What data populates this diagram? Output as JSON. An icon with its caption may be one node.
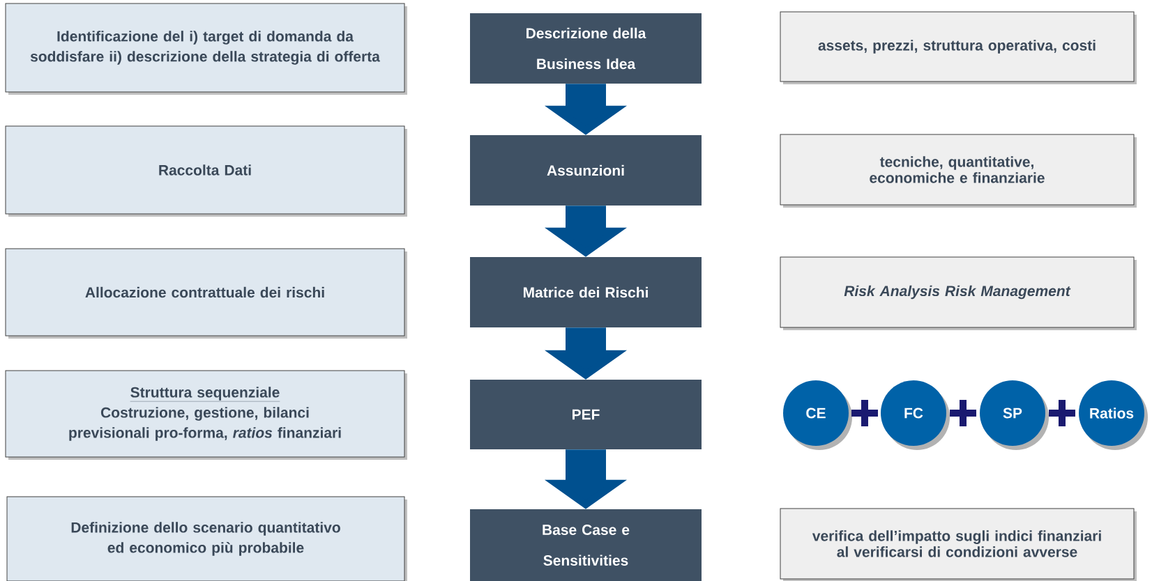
{
  "diagram": {
    "nodes": [
      {
        "text": [
          "Identificazione del i) target di domanda da soddisfare ii) descrizione della strategia di offerta"
        ]
      },
      {
        "text": [
          "Raccolta Dati"
        ]
      },
      {
        "text": [
          "Allocazione contrattuale dei rischi"
        ]
      },
      {
        "text": [
          "Struttura sequenziale",
          "Costruzione, gestione, bilanci previsionali pro-forma, *ratios* finanziari"
        ]
      },
      {
        "text": [
          "Definizione dello scenario quantitativo ed economico più probabile"
        ]
      },
      {
        "text": [
          "Descrizione della Business Idea"
        ]
      },
      {
        "text": [
          "Assunzioni"
        ]
      },
      {
        "text": [
          "Matrice dei Rischi"
        ]
      },
      {
        "text": [
          "PEF"
        ]
      },
      {
        "text": [
          "Base Case e Sensitivities"
        ]
      },
      {
        "text": [
          "assets, prezzi, struttura operativa, costi"
        ]
      },
      {
        "text": [
          "tecniche, quantitative, economiche e finanziarie"
        ]
      },
      {
        "text": [
          "Risk Analysis Risk Management"
        ]
      },
      {
        "text": [
          "CE"
        ]
      },
      {
        "text": [
          "FC"
        ]
      },
      {
        "text": [
          "SP"
        ]
      },
      {
        "text": [
          "Ratios"
        ]
      },
      {
        "text": [
          "verifica dell’impatto sugli indici finanziari al verificarsi di condizioni avverse"
        ]
      }
    ],
    "edges": [
      {
        "from": 5,
        "to": 6,
        "arrow": "to"
      },
      {
        "from": 6,
        "to": 7,
        "arrow": "to"
      },
      {
        "from": 7,
        "to": 8,
        "arrow": "to"
      },
      {
        "from": 8,
        "to": 9,
        "arrow": "to"
      }
    ]
  }
}
